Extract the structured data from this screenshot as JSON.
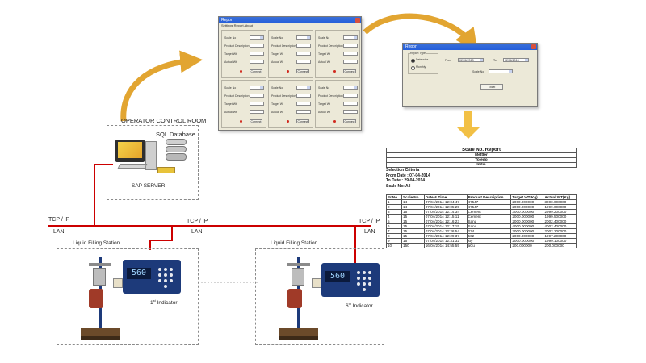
{
  "operator": {
    "room_label": "OPERATOR CONTROL ROOM",
    "db_label": "SQL Database",
    "server_label": "SAP  SERVER"
  },
  "network": {
    "label1_top": "TCP / IP",
    "label1_bot": "LAN",
    "label2_top": "TCP / IP",
    "label2_bot": "LAN",
    "label3_top": "TCP / IP",
    "label3_bot": "LAN",
    "line_color": "#cc0000"
  },
  "stations": [
    {
      "title": "Liquid Filling Station",
      "indicator_num": "1",
      "indicator_sup": "st",
      "indicator_word": " Indicator",
      "display": "560"
    },
    {
      "title": "Liquid Filling Station",
      "indicator_num": "6",
      "indicator_sup": "th",
      "indicator_word": " Indicator",
      "display": "560"
    }
  ],
  "app_window": {
    "title": "Report",
    "menu": "Settings   Report   About",
    "panel_labels": {
      "scale_no": "Scale No",
      "product": "Product Description",
      "target": "Target Wt",
      "actual": "Actual Wt",
      "connect": "Connect"
    }
  },
  "report_window": {
    "title": "Report",
    "group_label": "Report Type",
    "opt_date": "Date wise",
    "opt_month": "Monthly",
    "from_label": "From",
    "to_label": "To",
    "from_value": "02/06/2013",
    "to_value": "02/06/2013",
    "scale_label": "Scale No",
    "excel_btn": "Excel"
  },
  "report_sheet": {
    "title": "Scale No. Report",
    "company1": "Mettler",
    "company2": "Toledo",
    "company3": "India",
    "criteria_label": "Selection Criteria",
    "from_line": "From Date :  07-04-2014",
    "to_line": "To Date :    29-04-2014",
    "scale_line": "Scale No:    All",
    "headers": [
      "Sr.No.",
      "Scale No.",
      "Date & Time",
      "Product Description",
      "Target WT(Kg)",
      "Actual WT(Kg)"
    ],
    "rows": [
      [
        "1",
        "14",
        "07/04/2014 12:04:47",
        "47547",
        "2000.000000",
        "3000.000000"
      ],
      [
        "2",
        "14",
        "07/04/2014 12:05:25",
        "47547",
        "2000.000000",
        "1999.000000"
      ],
      [
        "3",
        "15",
        "07/04/2014 12:14:34",
        "Cement",
        "3000.000000",
        "2999.200000"
      ],
      [
        "4",
        "15",
        "07/04/2014 12:15:11",
        "Cement",
        "2000.000000",
        "1999.500000"
      ],
      [
        "5",
        "15",
        "07/04/2014 12:16:23",
        "Sand",
        "2000.000000",
        "2002.400000"
      ],
      [
        "6",
        "15",
        "07/04/2014 12:17:15",
        "Sand",
        "4000.000000",
        "4002.400000"
      ],
      [
        "7",
        "15",
        "07/04/2014 12:26:54",
        "234",
        "2000.000000",
        "2002.200000"
      ],
      [
        "8",
        "15",
        "07/04/2014 12:29:37",
        "562",
        "2000.000000",
        "1997.200000"
      ],
      [
        "9",
        "15",
        "07/04/2014 12:31:32",
        "sty",
        "2000.000000",
        "1999.100000"
      ],
      [
        "10",
        "150",
        "16/04/2014 14:55:55",
        "aCu",
        "200.000000",
        "200.000000"
      ]
    ]
  }
}
